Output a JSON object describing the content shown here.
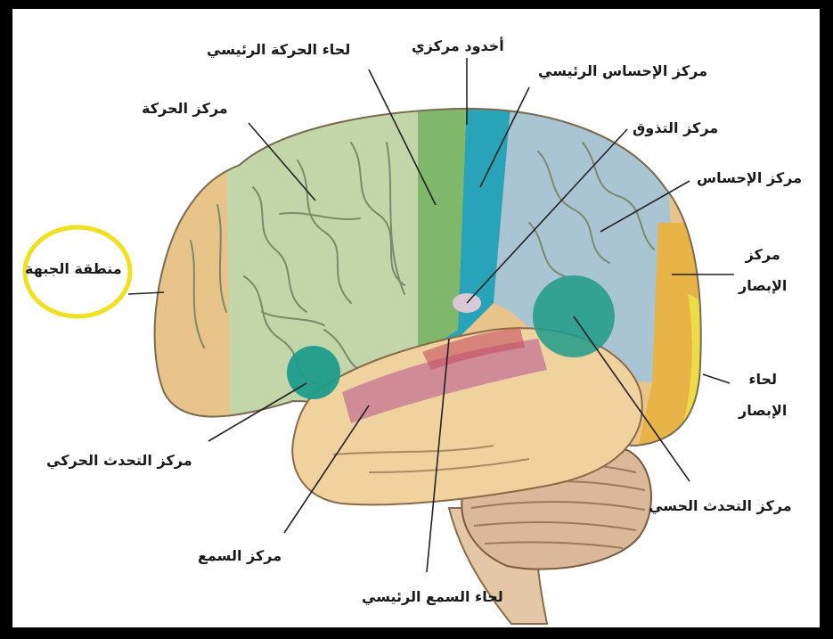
{
  "labels": {
    "primary_motor_cortex": "لحاء الحركة الرئيسي",
    "central_sulcus": "أخدود مركزي",
    "primary_sensory_cortex": "مركز الإحساس الرئيسي",
    "motor_center": "مركز الحركة",
    "taste_center": "مركز التذوق",
    "sensory_center": "مركز الإحساس",
    "frontal_lobe": "منطقة الجبهة",
    "visual_center_line1": "مركز",
    "visual_center_line2": "الإبصار",
    "visual_cortex_line1": "لحاء",
    "visual_cortex_line2": "الإبصار",
    "motor_speech_center": "مركز التحدث الحركي",
    "sensory_speech_center": "مركز التحدث الحسي",
    "hearing_center": "مركز السمع",
    "primary_auditory_cortex": "لحاء السمع الرئيسي"
  },
  "colors": {
    "frame": "#000000",
    "background": "#ffffff",
    "frontal_region": "#e8c48a",
    "motor_region": "#c3d6a9",
    "primary_motor_strip": "#7fb86a",
    "sensory_strip": "#29a3b8",
    "sensory_region": "#a9c4d2",
    "visual_region": "#e8b447",
    "visual_cortex": "#ecdc45",
    "temporal_lobe": "#f0d29f",
    "auditory_band": "#cf8c97",
    "speech_centers": "#1e9c8a",
    "cerebellum": "#d9b99a",
    "highlight_circle": "#f0e020"
  }
}
